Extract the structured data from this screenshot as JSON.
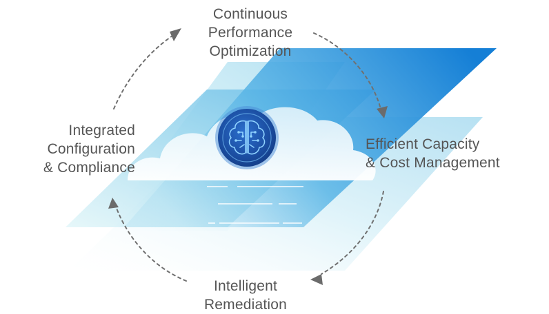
{
  "diagram": {
    "stages": {
      "top": {
        "lines": [
          "Continuous",
          "Performance",
          "Optimization"
        ]
      },
      "right": {
        "lines": [
          "Efficient Capacity",
          "& Cost Management"
        ]
      },
      "bottom": {
        "lines": [
          "Intelligent",
          "Remediation"
        ]
      },
      "left": {
        "lines": [
          "Integrated",
          "Configuration",
          "& Compliance"
        ]
      }
    },
    "center_icon": "brain-circuit-icon",
    "colors": {
      "text": "#555555",
      "arrow": "#707070",
      "plane_dark": "#1e88d8",
      "plane_light": "#bfe8f4",
      "badge": "#1b4fa8"
    }
  }
}
